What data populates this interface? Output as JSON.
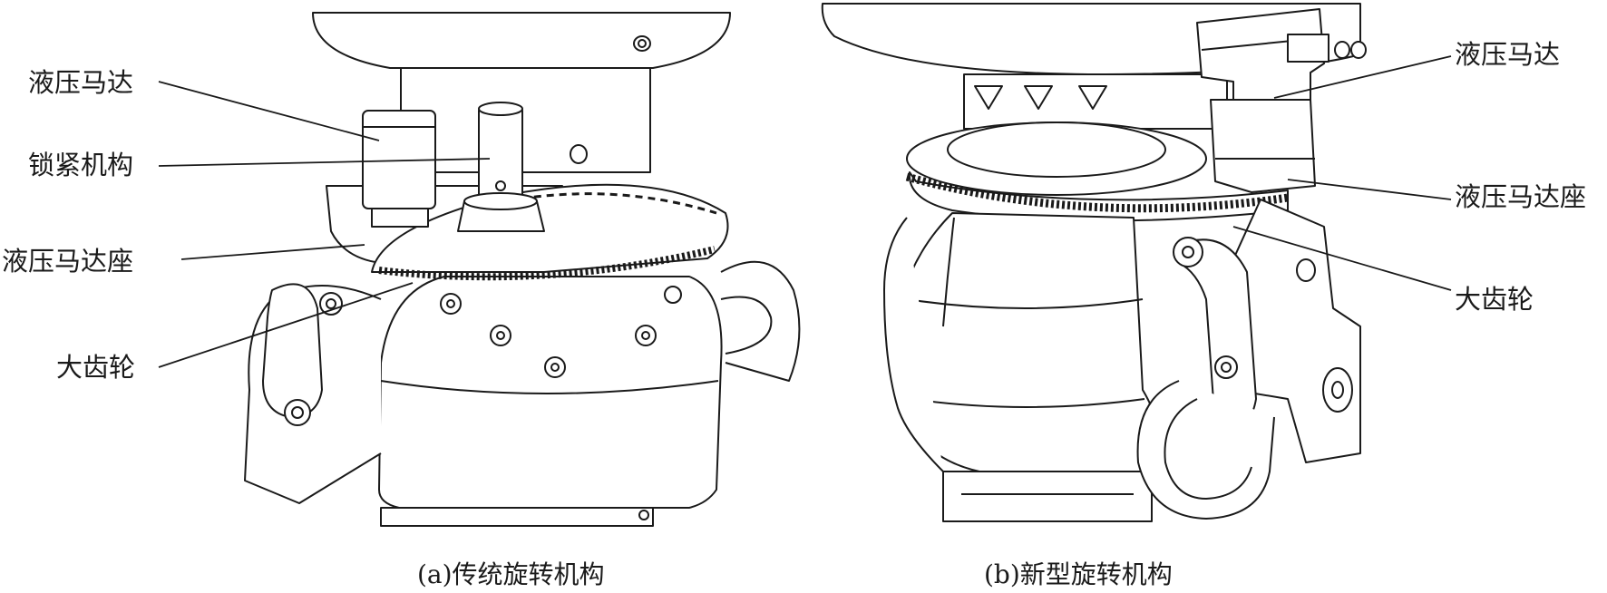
{
  "panel_a": {
    "labels": {
      "hydraulic_motor": "液压马达",
      "locking_mechanism": "锁紧机构",
      "motor_seat": "液压马达座",
      "big_gear": "大齿轮"
    },
    "caption": "(a)传统旋转机构"
  },
  "panel_b": {
    "labels": {
      "hydraulic_motor": "液压马达",
      "motor_seat": "液压马达座",
      "big_gear": "大齿轮"
    },
    "caption": "(b)新型旋转机构"
  },
  "colors": {
    "stroke": "#1a1a1a",
    "fill": "#ffffff"
  }
}
